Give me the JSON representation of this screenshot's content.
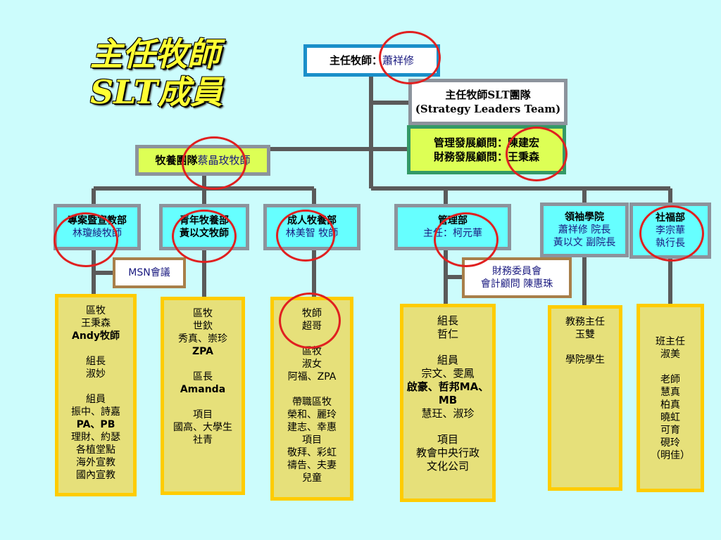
{
  "title": {
    "line1": "主任牧師",
    "line2": "SLT成員"
  },
  "top": {
    "label": "主任牧師：",
    "name": "蕭祥修"
  },
  "slt": {
    "line1": "主任牧師SLT團隊",
    "line2": "(Strategy Leaders Team)"
  },
  "advisors": {
    "line1": "管理發展顧問：陳建宏",
    "line2": "財務發展顧問：王秉森"
  },
  "pastoral": {
    "label": "牧養團隊",
    "name": "蔡晶玫牧師"
  },
  "depts": [
    {
      "line1": "專案暨宣教部",
      "line2": "林瓊綾牧師"
    },
    {
      "line1": "青年牧養部",
      "line2": "黃以文牧師"
    },
    {
      "line1": "成人牧養部",
      "line2": "林美智 牧師"
    },
    {
      "line1": "管理部",
      "line2": "主任：柯元華"
    },
    {
      "line1": "領袖學院",
      "line2": "蕭祥修 院長",
      "line3": "黃以文 副院長"
    },
    {
      "line1": "社福部",
      "line2": "李宗華",
      "line3": "執行長"
    }
  ],
  "msn": "MSN會議",
  "finance": {
    "line1": "財務委員會",
    "line2": "會計顧問 陳惠珠"
  },
  "groups": [
    [
      "區牧",
      "王秉森",
      "Andy牧師",
      "",
      "組長",
      "淑妙",
      "",
      "組員",
      "振中、詩嘉",
      "PA、PB",
      "理財、約瑟",
      "各植堂點",
      "海外宣教",
      "國內宣教"
    ],
    [
      "區牧",
      "世欽",
      "秀真、崇珍",
      "ZPA",
      "",
      "區長",
      "Amanda",
      "",
      "項目",
      "國高、大學生",
      "社青"
    ],
    [
      "牧師",
      "超哥",
      "",
      "區牧",
      "淑女",
      "阿福、ZPA",
      "",
      "帶職區牧",
      "榮和、麗玲",
      "建志、幸惠",
      "項目",
      "敬拜、彩虹",
      "禱告、夫妻",
      "兒童"
    ],
    [
      "組長",
      "哲仁",
      "",
      "組員",
      "宗文、雯鳳",
      "啟豪、哲邦MA、",
      "MB",
      "慧玨、淑珍",
      "",
      "項目",
      "教會中央行政",
      "文化公司"
    ],
    [
      "教務主任",
      "玉雙",
      "",
      "學院學生"
    ],
    [
      "班主任",
      "淑美",
      "",
      "老師",
      "慧真",
      "柏真",
      "曉虹",
      "可育",
      "硯玲",
      "（明佳）"
    ]
  ],
  "colors": {
    "background": "#ccfcfc",
    "title": "#ffff33",
    "circle": "#e02020",
    "connector": "#5a5a5a"
  }
}
